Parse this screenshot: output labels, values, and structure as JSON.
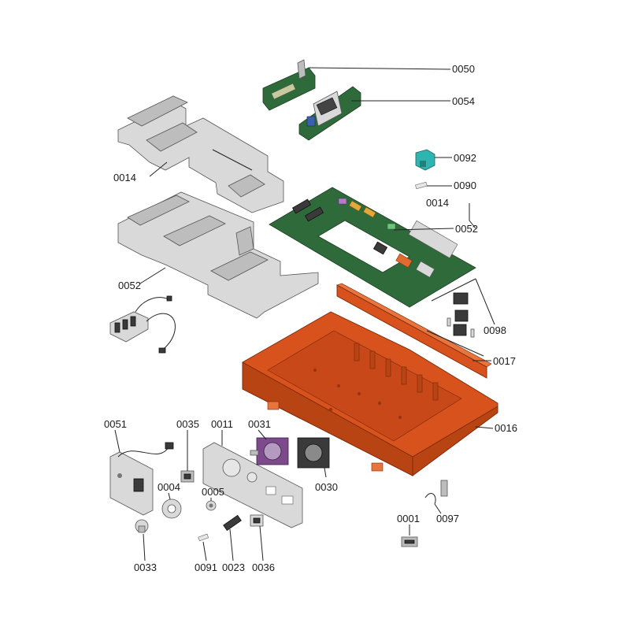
{
  "labels": {
    "p0050": "0050",
    "p0054": "0054",
    "p0092": "0092",
    "p0090": "0090",
    "p0014_right": "0014",
    "p0052_right": "0052",
    "p0014_left": "0014",
    "p0052_left": "0052",
    "p0098": "0098",
    "p0017": "0017",
    "p0016": "0016",
    "p0051": "0051",
    "p0035": "0035",
    "p0011": "0011",
    "p0031": "0031",
    "p0030": "0030",
    "p0004": "0004",
    "p0005": "0005",
    "p0033": "0033",
    "p0091": "0091",
    "p0023": "0023",
    "p0036": "0036",
    "p0001": "0001",
    "p0097": "0097"
  },
  "colors": {
    "housing": "#d7521c",
    "pcb": "#2f6b3a",
    "plastic_frame": "#d9d9d9",
    "connector_cyan": "#2fb5b0",
    "knob_purple": "#7d4a8c"
  }
}
